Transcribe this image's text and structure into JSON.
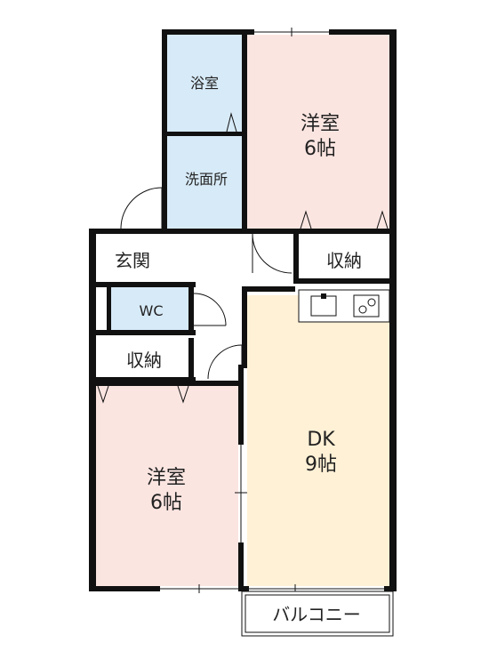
{
  "rooms": {
    "bath": "浴室",
    "western_upper": "洋室",
    "western_upper_size": "6帖",
    "washroom": "洗面所",
    "entrance": "玄関",
    "storage_right": "収納",
    "wc": "WC",
    "storage_left": "収納",
    "dk": "DK",
    "dk_size": "9帖",
    "western_lower": "洋室",
    "western_lower_size": "6帖",
    "balcony": "バルコニー"
  },
  "colors": {
    "wall": "#111111",
    "wet_area": "#d7eaf7",
    "western_room": "#fbe5e1",
    "dk": "#fff1d6",
    "neutral": "#ffffff"
  }
}
